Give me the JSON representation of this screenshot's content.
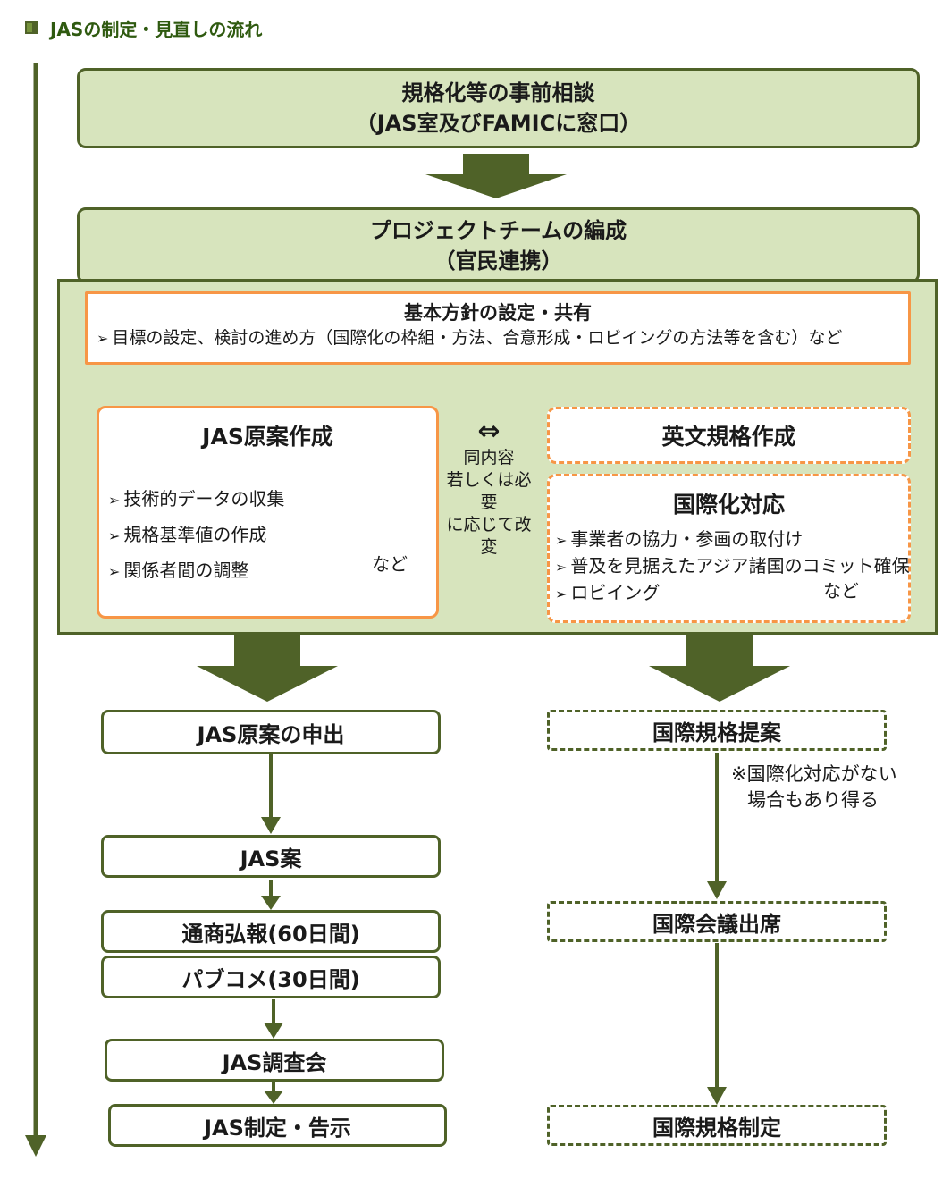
{
  "heading": "JASの制定・見直しの流れ",
  "consult_box": {
    "line1": "規格化等の事前相談",
    "line2": "（JAS室及びFAMICに窓口）"
  },
  "team_box": {
    "line1": "プロジェクトチームの編成",
    "line2": "（官民連携）"
  },
  "policy_box": {
    "title": "基本方針の設定・共有",
    "bullet": "目標の設定、検討の進め方（国際化の枠組・方法、合意形成・ロビイングの方法等を含む）など"
  },
  "jas_draft_box": {
    "title": "JAS原案作成",
    "items": [
      "技術的データの収集",
      "規格基準値の作成",
      "関係者間の調整"
    ],
    "suffix": "など"
  },
  "middle_note": {
    "arrow": "⇔",
    "line1": "同内容",
    "line2": "若しくは必要",
    "line3": "に応じて改変"
  },
  "english_box": {
    "title": "英文規格作成"
  },
  "intl_box": {
    "title": "国際化対応",
    "items": [
      "事業者の協力・参画の取付け",
      "普及を見据えたアジア諸国のコミット確保",
      "ロビイング"
    ],
    "suffix": "など"
  },
  "left_flow": [
    "JAS原案の申出",
    "JAS案",
    "通商弘報(60日間)",
    "パブコメ(30日間)",
    "JAS調査会",
    "JAS制定・告示"
  ],
  "right_flow": [
    "国際規格提案",
    "国際会議出席",
    "国際規格制定"
  ],
  "right_note": {
    "line1": "※国際化対応がない",
    "line2": "場合もあり得る"
  },
  "colors": {
    "dark_green": "#4f6228",
    "light_green": "#d7e4bd",
    "orange": "#f79646",
    "heading_green": "#2f5a10"
  }
}
